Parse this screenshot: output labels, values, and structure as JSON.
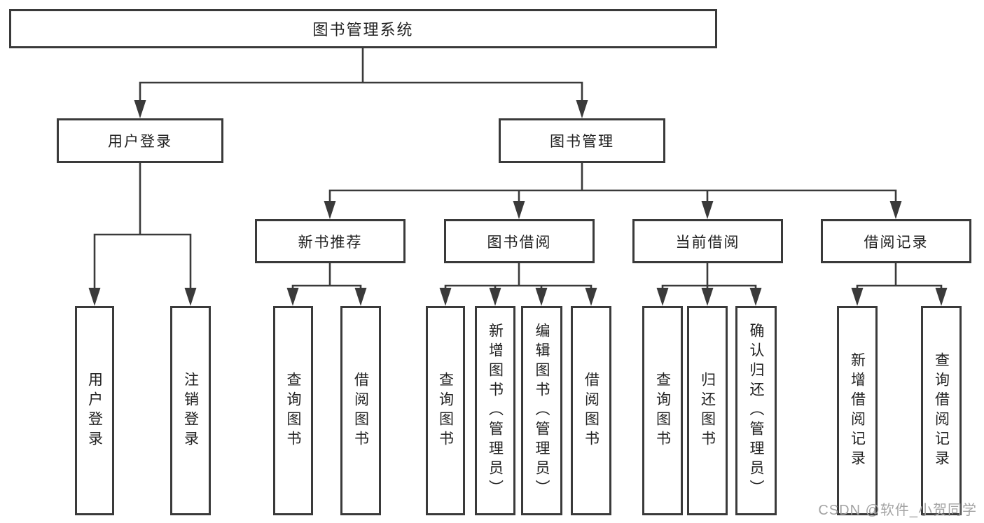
{
  "diagram": {
    "type": "hierarchy",
    "root": {
      "label": "图书管理系统",
      "children": [
        {
          "label": "用户登录",
          "children": [
            {
              "label": "用户登录"
            },
            {
              "label": "注销登录"
            }
          ]
        },
        {
          "label": "图书管理",
          "children": [
            {
              "label": "新书推荐",
              "children": [
                {
                  "label": "查询图书"
                },
                {
                  "label": "借阅图书"
                }
              ]
            },
            {
              "label": "图书借阅",
              "children": [
                {
                  "label": "查询图书"
                },
                {
                  "label": "新增图书（管理员）"
                },
                {
                  "label": "编辑图书（管理员）"
                },
                {
                  "label": "借阅图书"
                }
              ]
            },
            {
              "label": "当前借阅",
              "children": [
                {
                  "label": "查询图书"
                },
                {
                  "label": "归还图书"
                },
                {
                  "label": "确认归还（管理员）"
                }
              ]
            },
            {
              "label": "借阅记录",
              "children": [
                {
                  "label": "新增借阅记录"
                },
                {
                  "label": "查询借阅记录"
                }
              ]
            }
          ]
        }
      ]
    }
  },
  "watermark": {
    "text": "CSDN @软件_小贺同学"
  },
  "colors": {
    "line": "#3a3a3a",
    "box_border": "#3a3a3a",
    "box_background": "#ffffff",
    "text": "#222222",
    "watermark": "#a3a3a3",
    "page_background": "#ffffff"
  }
}
